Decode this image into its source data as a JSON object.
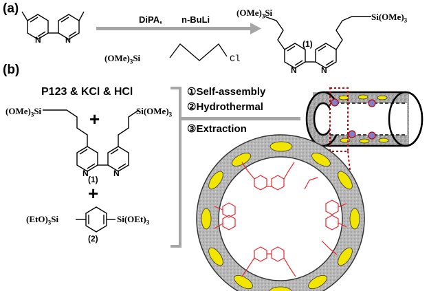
{
  "panel_a": {
    "label": "(a)",
    "reagent_1": "DiPA,",
    "reagent_2": "n-BuLi",
    "silane_prefix": "(OMe)",
    "silane_sub": "3",
    "silane_si": "Si",
    "chloride": "Cl",
    "product_left_silane": "(OMe)",
    "product_left_sub": "3",
    "product_left_si": "Si",
    "product_right_si": "Si(OMe)",
    "product_right_sub": "3",
    "product_label": "(1)",
    "ring_n": "N"
  },
  "panel_b": {
    "label": "(b)",
    "template": "P123 & KCl & HCl",
    "plus_1": "+",
    "plus_2": "+",
    "left_silane": "(OMe)",
    "left_silane_sub": "3",
    "left_silane_si": "Si",
    "right_silane": "Si(OMe)",
    "right_silane_sub": "3",
    "compound_1_label": "(1)",
    "ring_n": "N",
    "eto_left": "(EtO)",
    "eto_left_sub": "3",
    "eto_left_si": "Si",
    "eto_right": "Si(OEt)",
    "eto_right_sub": "3",
    "compound_2_label": "(2)",
    "steps": [
      "①Self-assembly",
      "②Hydrothermal",
      "③Extraction"
    ]
  },
  "colors": {
    "arrow_gray": "#a6a6a6",
    "bracket_gray": "#a6a6a6",
    "pore_wall": "#9a9a9a",
    "ellipse_yellow": "#f2e600",
    "linker_red": "#e8262b",
    "dotted_red": "#c00000"
  }
}
